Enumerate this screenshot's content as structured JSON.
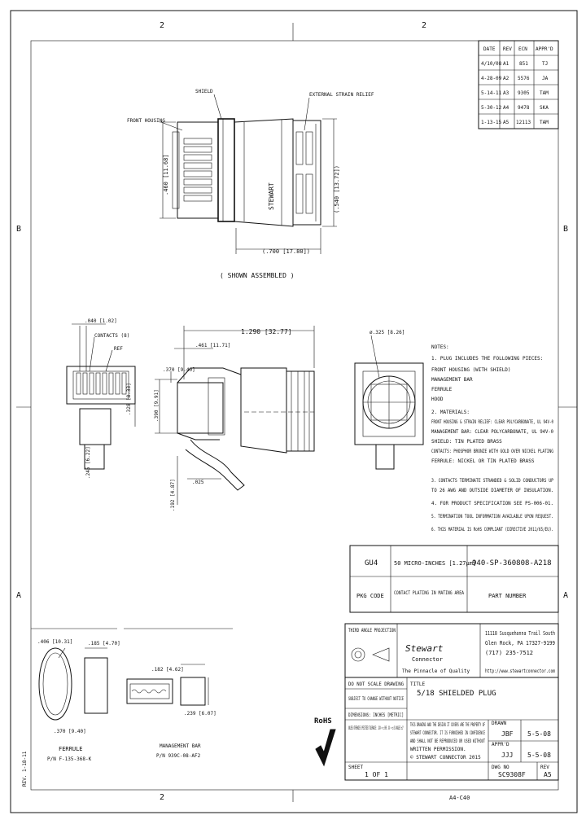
{
  "zones": {
    "top": "2",
    "bottom": "2",
    "left": "B",
    "right": "B",
    "left_lower": "A",
    "right_lower": "A"
  },
  "revision_table": {
    "headers": [
      "DATE",
      "REV",
      "ECN",
      "APPR'D"
    ],
    "rows": [
      [
        "4/10/08",
        "A1",
        "851",
        "TJ"
      ],
      [
        "4-28-09",
        "A2",
        "5576",
        "JA"
      ],
      [
        "5-14-11",
        "A3",
        "9305",
        "TAM"
      ],
      [
        "5-30-12",
        "A4",
        "9478",
        "SKA"
      ],
      [
        "1-13-15",
        "A5",
        "12113",
        "TAM"
      ]
    ]
  },
  "top_view": {
    "label_shield": "SHIELD",
    "label_housing": "FRONT HOUSING",
    "label_strain": "EXTERNAL STRAIN RELIEF",
    "brand_mark": "STEWART",
    "dim_height": ".460 [11.68]",
    "dim_right": "(.540 [13.72])",
    "dim_length": "(.700 [17.80])",
    "caption": "( SHOWN ASSEMBLED )"
  },
  "side_view": {
    "dim_pitch": ".040 [1.02]",
    "label_contacts": "CONTACTS (8)",
    "label_ref": "REF",
    "dim_overall": "1.290 [32.77]",
    "dim_front": ".461 [11.71]",
    "dim_height": ".390 [9.91]",
    "dim_body": ".370 [9.40]",
    "dim_latch": ".245 [6.22]",
    "dim_latch_height": ".192 [4.87]",
    "dim_contacts_height": ".328 [8.33]",
    "dim_ref": ".025"
  },
  "end_view": {
    "dim_diameter": "ø.325 [8.26]"
  },
  "notes": {
    "title": "NOTES:",
    "items": [
      "1. PLUG INCLUDES THE FOLLOWING PIECES:",
      "   FRONT HOUSING (WITH SHIELD)",
      "   MANAGEMENT BAR",
      "   FERRULE",
      "   HOOD",
      "2. MATERIALS:",
      "   FRONT HOUSING & STRAIN RELIEF: CLEAR POLYCARBONATE, UL 94V-0",
      "   MANAGEMENT BAR: CLEAR POLYCARBONATE, UL 94V-0",
      "   SHIELD: TIN PLATED BRASS",
      "   CONTACTS: PHOSPHOR BRONZE WITH GOLD OVER NICKEL PLATING",
      "   FERRULE: NICKEL OR TIN PLATED BRASS",
      "3. CONTACTS TERMINATE STRANDED & SOLID CONDUCTORS UP",
      "   TO 26 AWG AND OUTSIDE DIAMETER OF INSULATION.",
      "4. FOR PRODUCT SPECIFICATION SEE PS-006-01.",
      "5. TERMINATION TOOL INFORMATION AVAILABLE UPON REQUEST.",
      "6. THIS MATERIAL IS RoHS COMPLIANT (DIRECTIVE 2011/65/EU)."
    ]
  },
  "plating_table": {
    "code": "GU4",
    "plating": "50 MICRO-INCHES [1.27µm]",
    "part": "940-SP-360808-A218",
    "col1": "PKG CODE",
    "col2": "CONTACT PLATING IN MATING AREA",
    "col3": "PART NUMBER"
  },
  "company": {
    "name": "Stewart",
    "sub": "Connector",
    "tagline": "The Pinnacle of Quality",
    "addr1": "11118 Susquehanna Trail South",
    "addr2": "Glen Rock, PA 17327-9199",
    "phone": "(717) 235-7512",
    "web": "http://www.stewartconnector.com",
    "proj": "THIRD ANGLE PROJECTION"
  },
  "title_block": {
    "no_scale": "DO NOT SCALE DRAWING",
    "subject": "SUBJECT TO CHANGE WITHOUT NOTICE",
    "units": "DIMENSIONS: INCHES [METRIC]",
    "tolerances": "UNLESS OTHERWISE SPECIFIED TOLERANCE: .XXX = ±.005  .XX = ±.01  ANGLES ±1°",
    "title_label": "TITLE",
    "title": "5/18 SHIELDED PLUG",
    "drawn_label": "DRAWN",
    "drawn": "JBF",
    "date1": "5-5-08",
    "approved_label": "APPR'D",
    "approved": "JJJ",
    "date2": "5-5-08",
    "sheet_label": "SHEET",
    "sheet": "1 OF 1",
    "dwg_label": "DWG NO",
    "dwg": "SC9308F",
    "rev_label": "REV",
    "rev": "A5",
    "prop1": "THIS DRAWING AND THE DESIGN IT COVERS ARE THE PROPERTY OF",
    "prop2": "STEWART CONNECTOR. IT IS FURNISHED IN CONFIDENCE",
    "prop3": "AND SHALL NOT BE REPRODUCED OR USED WITHOUT",
    "prop4": "WRITTEN PERMISSION.",
    "prop5": "© STEWART CONNECTOR 2015"
  },
  "rohs": "RoHS",
  "ferrule": {
    "dim_d1": ".406 [10.31]",
    "dim_d2": ".370 [9.40]",
    "dim_len": ".185 [4.70]",
    "label": "FERRULE",
    "pn": "P/N F-135-368-K"
  },
  "mgmt_bar": {
    "dim_w": ".182 [4.62]",
    "dim_h": ".239 [6.07]",
    "label": "MANAGEMENT BAR",
    "pn": "P/N 939C-08-AF2"
  },
  "side_rev": "REV. 1-18-11",
  "bottom_mark": "A4-C40"
}
